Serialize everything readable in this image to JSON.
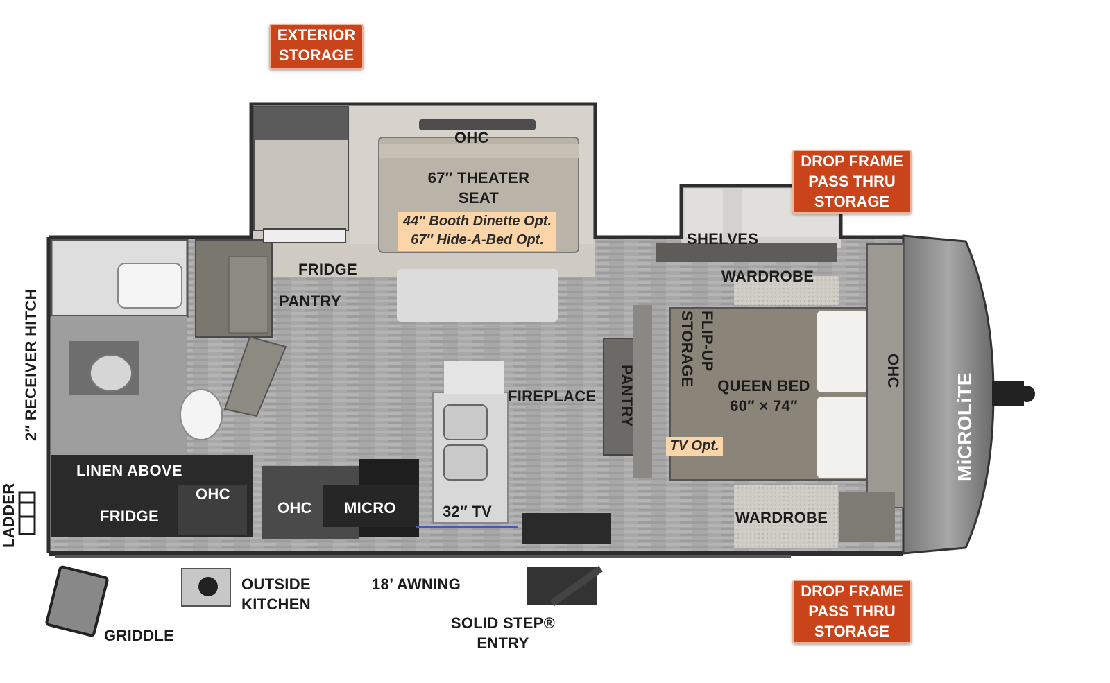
{
  "callouts": {
    "exterior_storage": [
      "EXTERIOR",
      "STORAGE"
    ],
    "drop_frame_top": [
      "DROP FRAME",
      "PASS THRU",
      "STORAGE"
    ],
    "drop_frame_bottom": [
      "DROP FRAME",
      "PASS THRU",
      "STORAGE"
    ]
  },
  "rooms": {
    "ohc_slide": "OHC",
    "theater_seat": [
      "67″ THEATER",
      "SEAT"
    ],
    "dinette_option": "44″ Booth Dinette Opt.",
    "hide_a_bed_option": "67″ Hide-A-Bed Opt.",
    "fridge_kitchen": "FRIDGE",
    "pantry_kitchen": "PANTRY",
    "shelves": "SHELVES",
    "wardrobe_top": "WARDROBE",
    "flip_up_storage": [
      "FLIP-UP",
      "STORAGE"
    ],
    "queen_bed": [
      "QUEEN BED",
      "60″ × 74″"
    ],
    "ohc_front": "OHC",
    "fireplace": "FIREPLACE",
    "pantry_bedroom": "PANTRY",
    "tv_option": "TV Opt.",
    "linen_above": "LINEN ABOVE",
    "ohc_bath": "OHC",
    "fridge_bath": "FRIDGE",
    "ohc_kitchen": "OHC",
    "micro": "MICRO",
    "tv_32": "32″ TV",
    "wardrobe_bottom": "WARDROBE",
    "brand": "MiCROLiTE"
  },
  "exterior": {
    "receiver_hitch": "2″ RECEIVER HITCH",
    "ladder": "LADDER",
    "outside_kitchen": [
      "OUTSIDE",
      "KITCHEN"
    ],
    "awning": "18’ AWNING",
    "griddle": "GRIDDLE",
    "entry": [
      "SOLID STEP®",
      "ENTRY"
    ]
  },
  "colors": {
    "callout": "#c9441b",
    "option_highlight": "#fbd5a7",
    "floor": "#a9a9a9",
    "wall": "#3a3a3a",
    "carpet": "#c9c6c0",
    "bed": "#8b8478",
    "cabinet": "#6b6a66"
  }
}
